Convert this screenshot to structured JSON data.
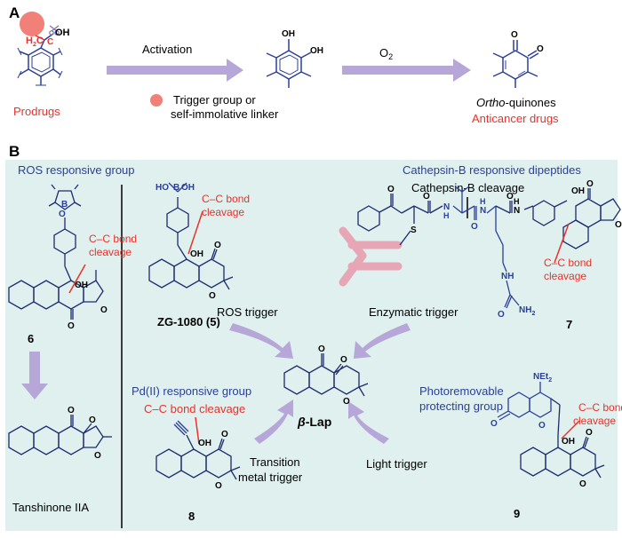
{
  "colors": {
    "red": "#e8322b",
    "blue": "#2b3f99",
    "panel_bg": "#dff0ef",
    "arrow_fill": "#b6a7d8",
    "trigger_circle": "#f08078",
    "antibody": "#e6a6b6"
  },
  "panel_a": {
    "label": "A",
    "activation": "Activation",
    "o2": "O",
    "o2_sub": "2",
    "prodrugs": "Prodrugs",
    "trigger_line1": "Trigger group or",
    "trigger_line2": "self-immolative linker",
    "ortho_italic": "Ortho",
    "ortho_rest": "-quinones",
    "anticancer": "Anticancer drugs",
    "atoms": {
      "oh": "OH",
      "o": "O",
      "h2c": "H",
      "h2c_sub": "2",
      "h2c_c": "C",
      "c": "C"
    }
  },
  "panel_b": {
    "label": "B",
    "ros_group": "ROS responsive group",
    "cathepsin_group": "Cathepsin-B responsive dipeptides",
    "cathepsin_cleavage": "Cathepsin-B cleavage",
    "cc_bond": "C–C bond",
    "cleavage": "cleavage",
    "cc_bond_cleavage": "C–C bond cleavage",
    "ros_trigger": "ROS trigger",
    "enzymatic_trigger": "Enzymatic trigger",
    "pd_group": "Pd(II) responsive group",
    "transition_line1": "Transition",
    "transition_line2": "metal trigger",
    "light_trigger": "Light trigger",
    "photo_line1": "Photoremovable",
    "photo_line2": "protecting group",
    "lap_italic": "β",
    "lap_rest": "-Lap",
    "compound_6": "6",
    "compound_5": "ZG-1080 (5)",
    "compound_7": "7",
    "compound_8": "8",
    "compound_9": "9",
    "tanshinone": "Tanshinone IIA",
    "atoms": {
      "o": "O",
      "oh": "OH",
      "b": "B",
      "ho": "HO",
      "n": "N",
      "h": "H",
      "s": "S",
      "nh2": "NH",
      "nh2_sub": "2",
      "net2": "NEt",
      "net2_sub": "2"
    }
  }
}
